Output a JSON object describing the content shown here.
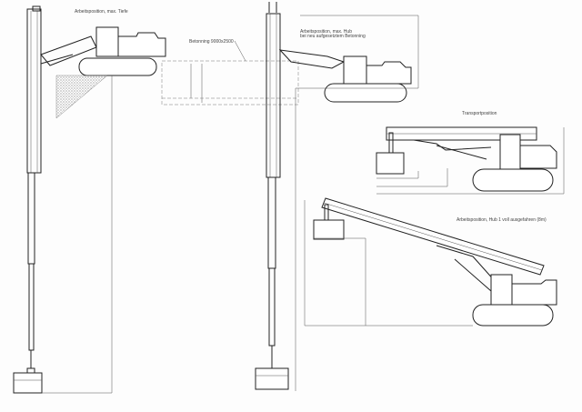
{
  "labels": {
    "max_depth": "Arbeitsposition, max. Tiefe",
    "concrete_ring": "Betonning 9000x2500",
    "max_lift_1": "Arbeitsposition, max. Hub",
    "max_lift_2": "bei neu aufgesetztem Betonning",
    "transport": "Transportposition",
    "lift1_extended": "Arbeitsposition, Hub 1 voll ausgefahren (8m)"
  },
  "colors": {
    "line": "#222222",
    "hatch": "#888888"
  }
}
